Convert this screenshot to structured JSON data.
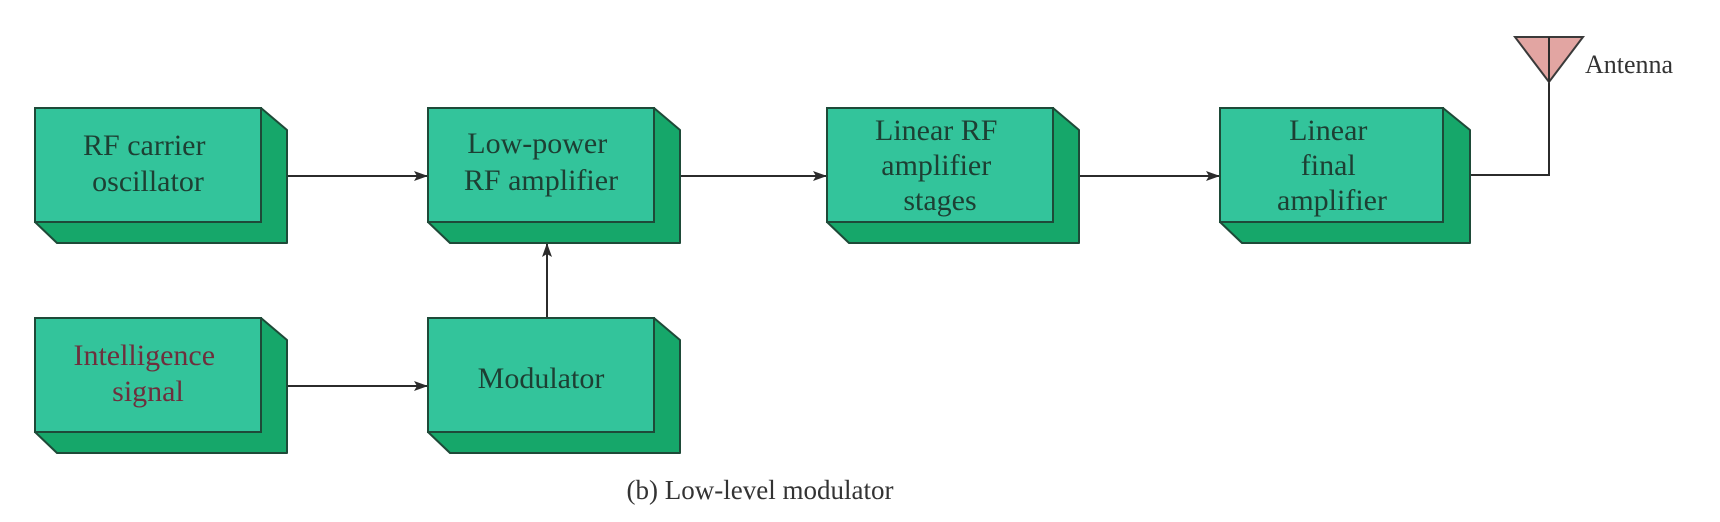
{
  "diagram": {
    "title": "Low-level modulator transmitter block diagram",
    "caption": "(b) Low-level modulator",
    "colors": {
      "block_face": "#33c49b",
      "block_side": "#16a76a",
      "block_outline": "#1e4a38",
      "block_text": "#1d3f33",
      "signal_text": "#6e2f3d",
      "antenna_fill": "#e2a5a2",
      "wire": "#2b2b2b"
    },
    "blocks": [
      {
        "id": "rf-carrier-oscillator",
        "lines": [
          "RF carrier",
          "oscillator"
        ]
      },
      {
        "id": "low-power-rf-amplifier",
        "lines": [
          "Low-power",
          "RF amplifier"
        ]
      },
      {
        "id": "linear-rf-amplifier-stages",
        "lines": [
          "Linear RF",
          "amplifier",
          "stages"
        ]
      },
      {
        "id": "linear-final-amplifier",
        "lines": [
          "Linear",
          "final",
          "amplifier"
        ]
      },
      {
        "id": "intelligence-signal",
        "lines": [
          "Intelligence",
          "signal"
        ]
      },
      {
        "id": "modulator",
        "lines": [
          "Modulator"
        ]
      }
    ],
    "connections": [
      {
        "from": "rf-carrier-oscillator",
        "to": "low-power-rf-amplifier"
      },
      {
        "from": "low-power-rf-amplifier",
        "to": "linear-rf-amplifier-stages"
      },
      {
        "from": "linear-rf-amplifier-stages",
        "to": "linear-final-amplifier"
      },
      {
        "from": "intelligence-signal",
        "to": "modulator"
      },
      {
        "from": "modulator",
        "to": "low-power-rf-amplifier"
      },
      {
        "from": "linear-final-amplifier",
        "to": "antenna"
      }
    ],
    "antenna": {
      "label": "Antenna",
      "icon": "antenna-icon"
    }
  }
}
